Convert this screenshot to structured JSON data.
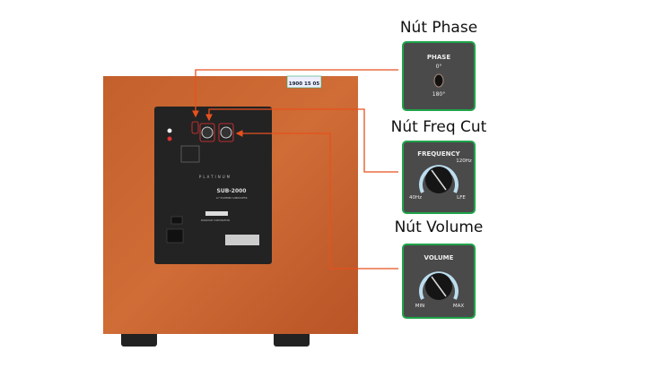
{
  "callouts": [
    {
      "title": "Nút Phase",
      "label": "PHASE",
      "top": "0°",
      "bottom": "180°"
    },
    {
      "title": "Nút Freq Cut",
      "label": "FREQUENCY",
      "min": "40Hz",
      "max": "120Hz",
      "end": "LFE"
    },
    {
      "title": "Nút Volume",
      "label": "VOLUME",
      "min": "MIN",
      "max": "MAX"
    }
  ],
  "product": {
    "model": "SUB-2000",
    "subtitle": "12\" POWERED SUBWOOFER",
    "series": "PLATINUM",
    "brand": "PARADIGM",
    "company": "PARADIGM CORPORATION",
    "sticker": "1900 15 05"
  },
  "colors": {
    "wood": "#c8622e",
    "panel": "#232323",
    "arrow": "#e8501e",
    "box_border": "#1fa34a"
  }
}
